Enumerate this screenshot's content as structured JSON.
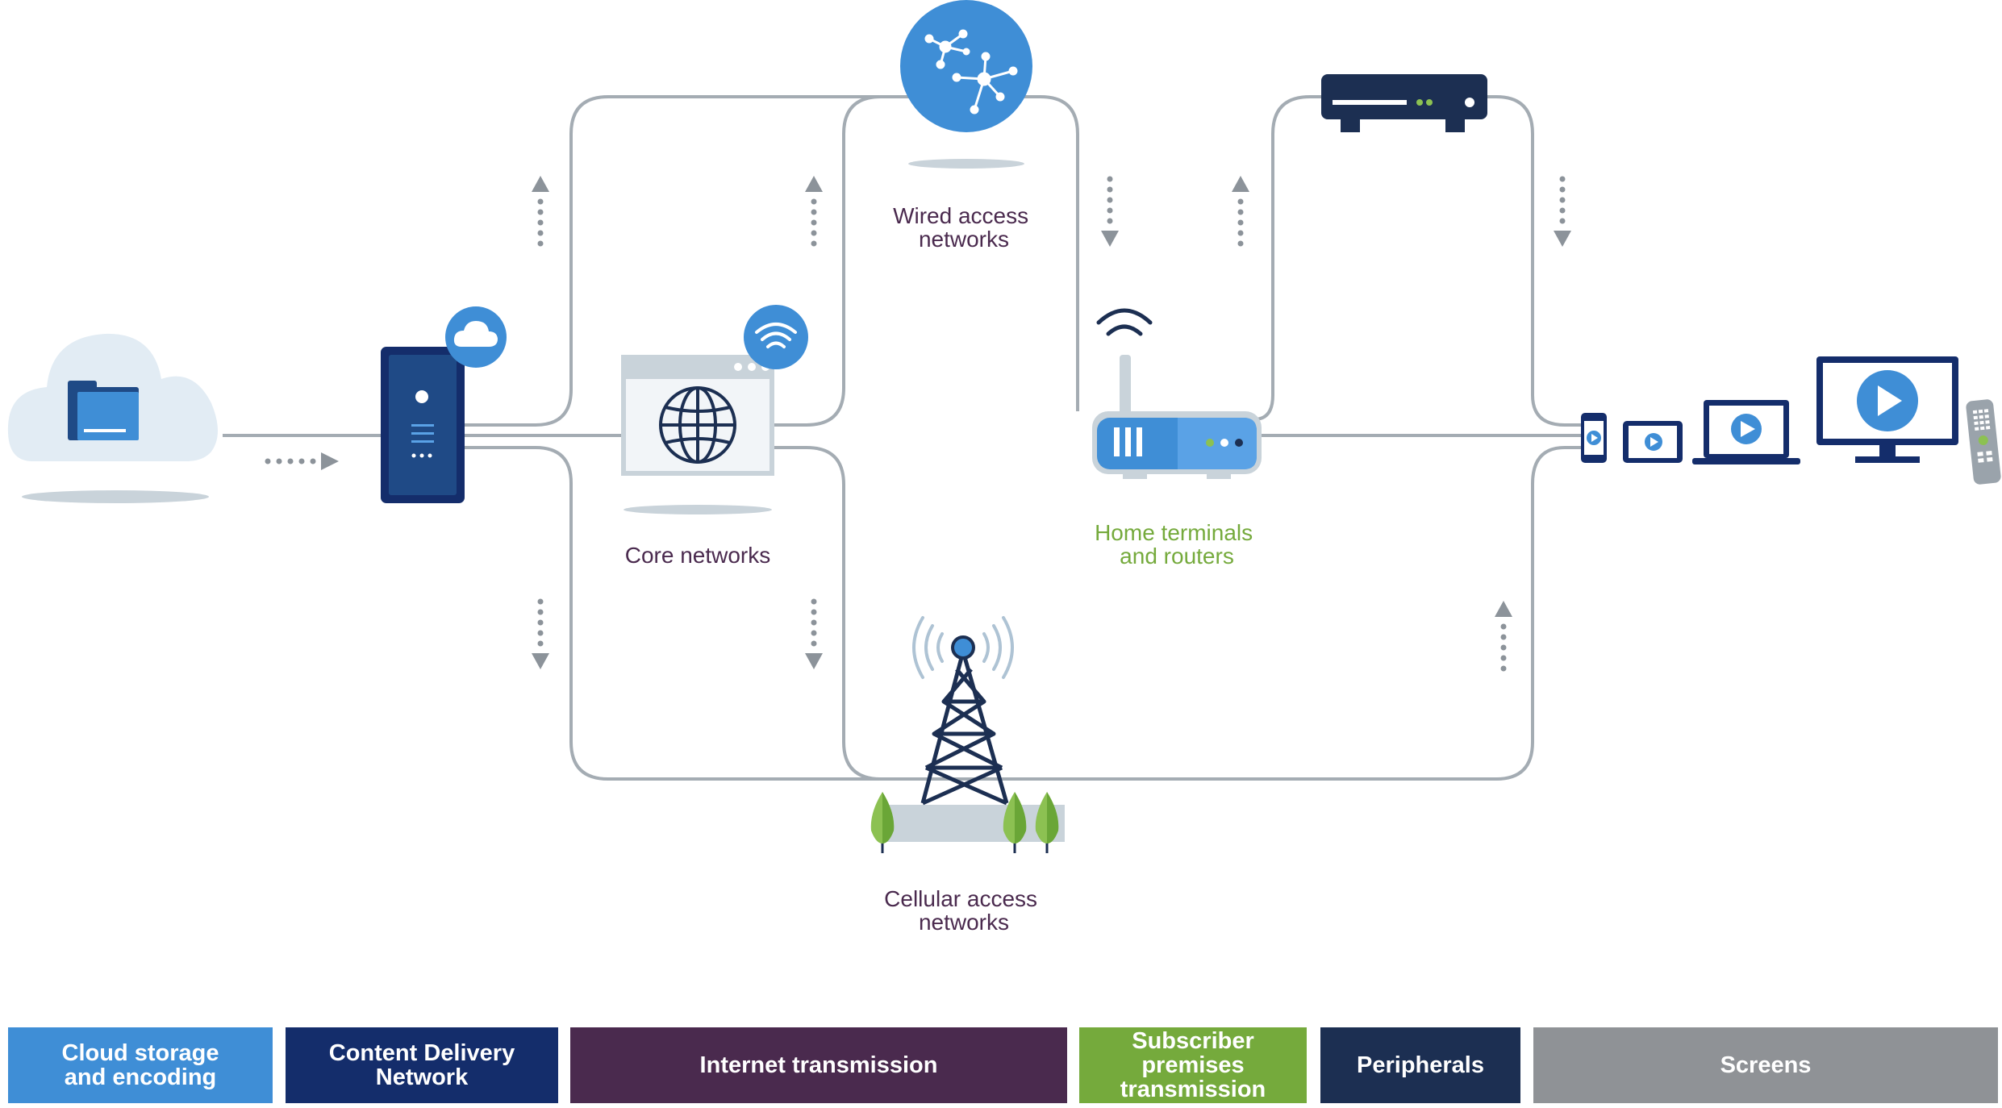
{
  "nodes": {
    "wired": "Wired access\nnetworks",
    "core": "Core networks",
    "home": "Home terminals\nand routers",
    "cellular": "Cellular access\nnetworks"
  },
  "categories": [
    {
      "label": "Cloud storage\nand encoding",
      "color": "#3f8ed6"
    },
    {
      "label": "Content Delivery\nNetwork",
      "color": "#142d6b"
    },
    {
      "label": "Internet transmission",
      "color": "#4a2a4e"
    },
    {
      "label": "Subscriber premises\ntransmission",
      "color": "#75aa3c"
    },
    {
      "label": "Peripherals",
      "color": "#1c2f52"
    },
    {
      "label": "Screens",
      "color": "#8f9296"
    }
  ],
  "colors": {
    "line": "#a4acb3",
    "accent_blue": "#3f8ed6",
    "navy": "#142d6b",
    "label_purple": "#4a2a4e",
    "label_green": "#75aa3c",
    "tree_green": "#8cc152"
  }
}
